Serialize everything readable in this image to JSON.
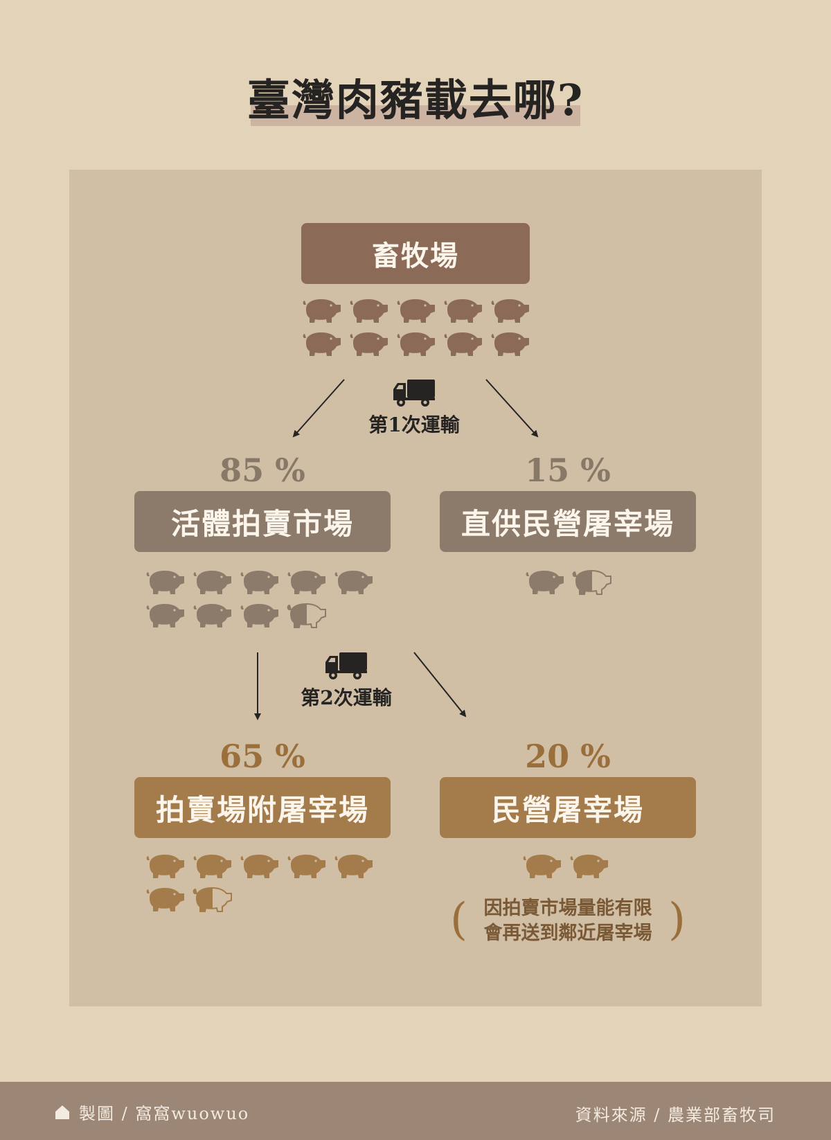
{
  "title": "臺灣肉豬載去哪?",
  "nodes": {
    "farm": "畜牧場",
    "live_auction": "活體拍賣市場",
    "direct_private": "直供民營屠宰場",
    "auction_slaughter": "拍賣場附屠宰場",
    "private_slaughter": "民營屠宰場"
  },
  "percentages": {
    "live_auction": "85 %",
    "direct_private": "15 %",
    "auction_slaughter": "65 %",
    "private_slaughter": "20 %"
  },
  "transport": {
    "first": "第1次運輸",
    "second": "第2次運輸"
  },
  "note": {
    "line1": "因拍賣市場量能有限",
    "line2": "會再送到鄰近屠宰場"
  },
  "pig_counts": {
    "farm": 10,
    "live_auction": 8.5,
    "direct_private": 1.5,
    "auction_slaughter": 6.5,
    "private_slaughter": 2
  },
  "icons": {
    "pig": "pig-icon",
    "truck": "truck-icon",
    "home": "home-icon"
  },
  "colors": {
    "farm": "#8b6b58",
    "first_level": "#8c7b6a",
    "second_level": "#a47b4a"
  },
  "footer": {
    "credit": "製圖 / 窩窩wuowuo",
    "source": "資料來源 / 農業部畜牧司"
  }
}
